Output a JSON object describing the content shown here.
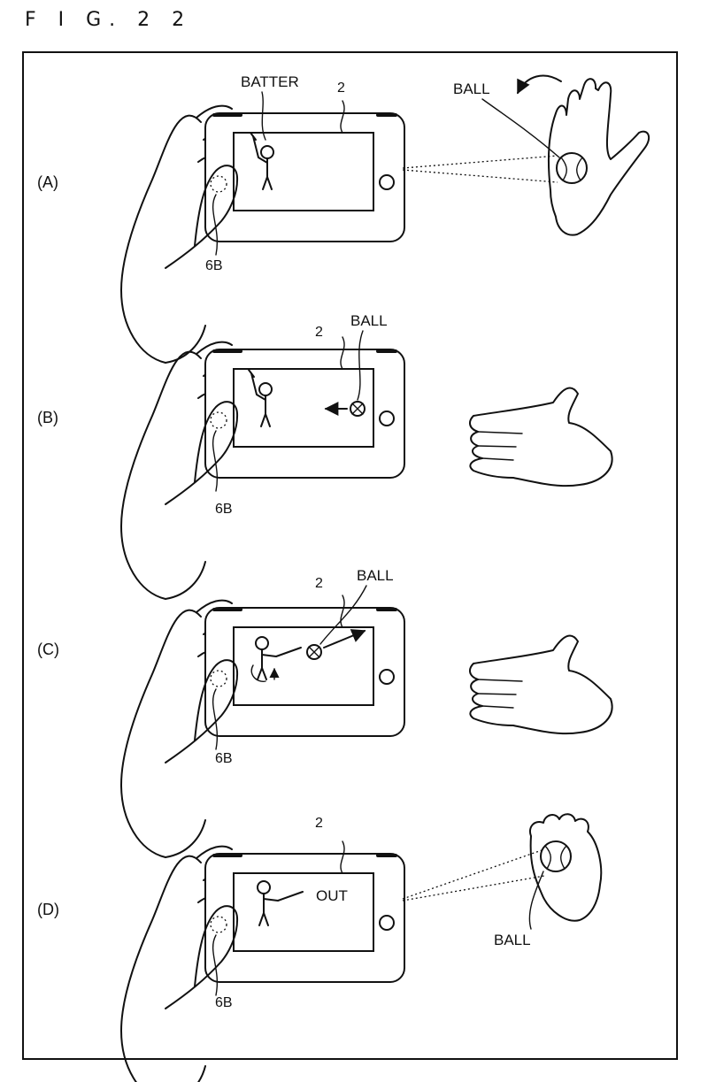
{
  "figure": {
    "title": "F I G. 2 2"
  },
  "device_ref": "2",
  "button_ref": "6B",
  "panels": [
    {
      "id": "(A)",
      "batter_label": "BATTER",
      "ball_label": "BALL"
    },
    {
      "id": "(B)",
      "ball_label": "BALL"
    },
    {
      "id": "(C)",
      "ball_label": "BALL"
    },
    {
      "id": "(D)",
      "screen_text": "OUT",
      "ball_label": "BALL"
    }
  ]
}
